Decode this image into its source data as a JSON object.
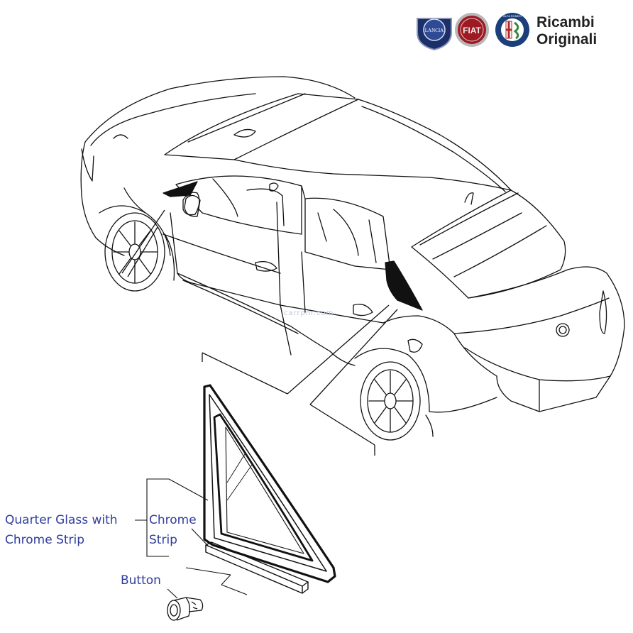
{
  "brand": {
    "logos": [
      {
        "name": "Lancia",
        "text": "LANCIA",
        "color": "#1b2f6b"
      },
      {
        "name": "Fiat",
        "text": "FIAT",
        "color": "#9c1a24"
      },
      {
        "name": "Alfa Romeo",
        "text": "ALFA ROMEO",
        "color": "#1a3f7a"
      }
    ],
    "line1": "Ricambi",
    "line2": "Originali"
  },
  "watermark": "carrpm.com",
  "labels": {
    "quarter_glass_line1": "Quarter Glass with",
    "quarter_glass_line2": "Chrome Strip",
    "chrome_strip_line1": "Chrome",
    "chrome_strip_line2": "Strip",
    "button": "Button"
  },
  "colors": {
    "label": "#2f3d9c",
    "line": "#111111"
  }
}
